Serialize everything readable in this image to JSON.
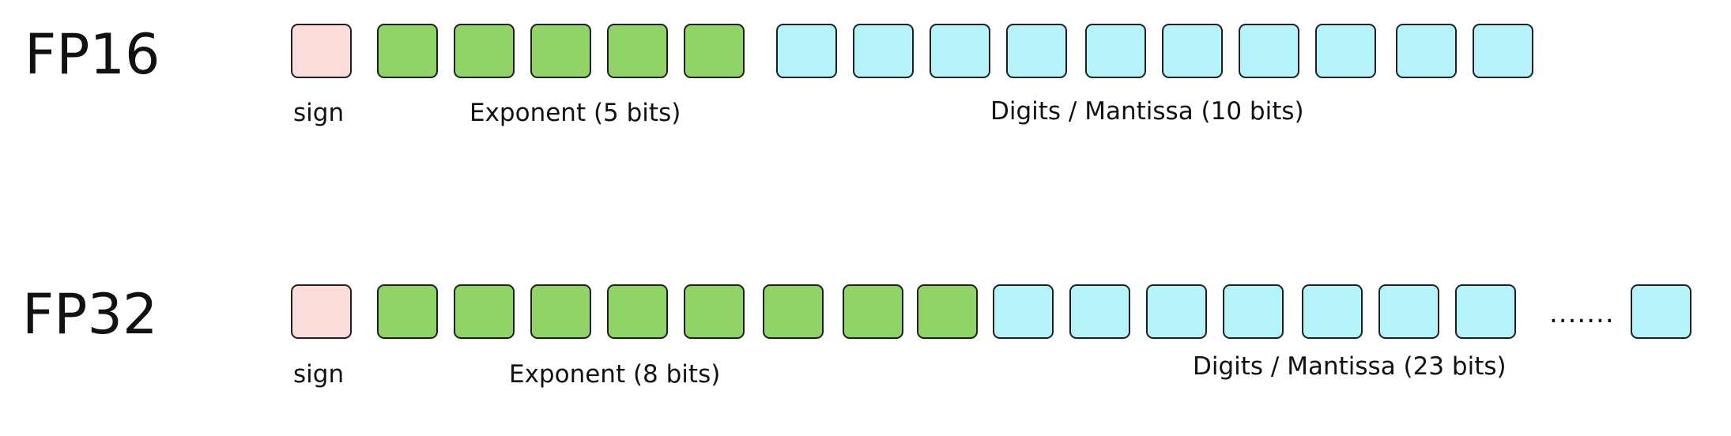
{
  "colors": {
    "sign": "#fcdcda",
    "exponent": "#90d468",
    "mantissa": "#b5f3fb",
    "border": "#1e1e1e"
  },
  "fp16": {
    "title": "FP16",
    "sign_label": "sign",
    "exponent_label": "Exponent (5 bits)",
    "mantissa_label": "Digits / Mantissa (10 bits)",
    "sign_count": 1,
    "exponent_count": 5,
    "mantissa_count": 10
  },
  "fp32": {
    "title": "FP32",
    "sign_label": "sign",
    "exponent_label": "Exponent (8 bits)",
    "mantissa_label": "Digits / Mantissa (23 bits)",
    "ellipsis": ".......",
    "sign_count": 1,
    "exponent_count": 8,
    "mantissa_count_shown": 8
  }
}
